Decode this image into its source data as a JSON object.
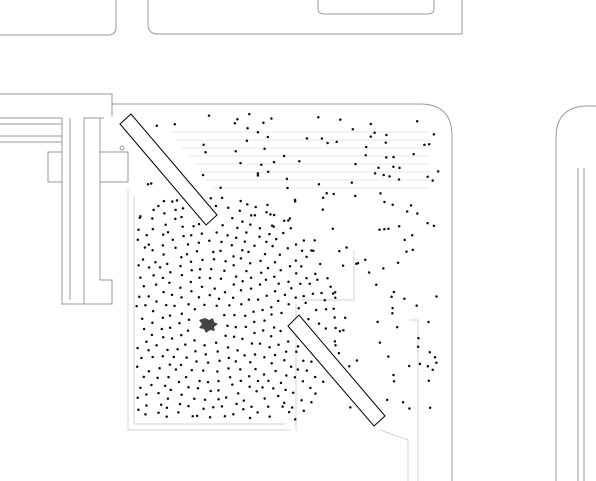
{
  "plan": {
    "subject": "site-plan",
    "colors": {
      "background": "#ffffff",
      "linework": "#9a9a9a",
      "dots": "#111111",
      "tree": "#444444"
    },
    "features": {
      "benches": 2,
      "trees": 1,
      "dot_field_pattern": "radial-spiral-around-tree"
    }
  }
}
